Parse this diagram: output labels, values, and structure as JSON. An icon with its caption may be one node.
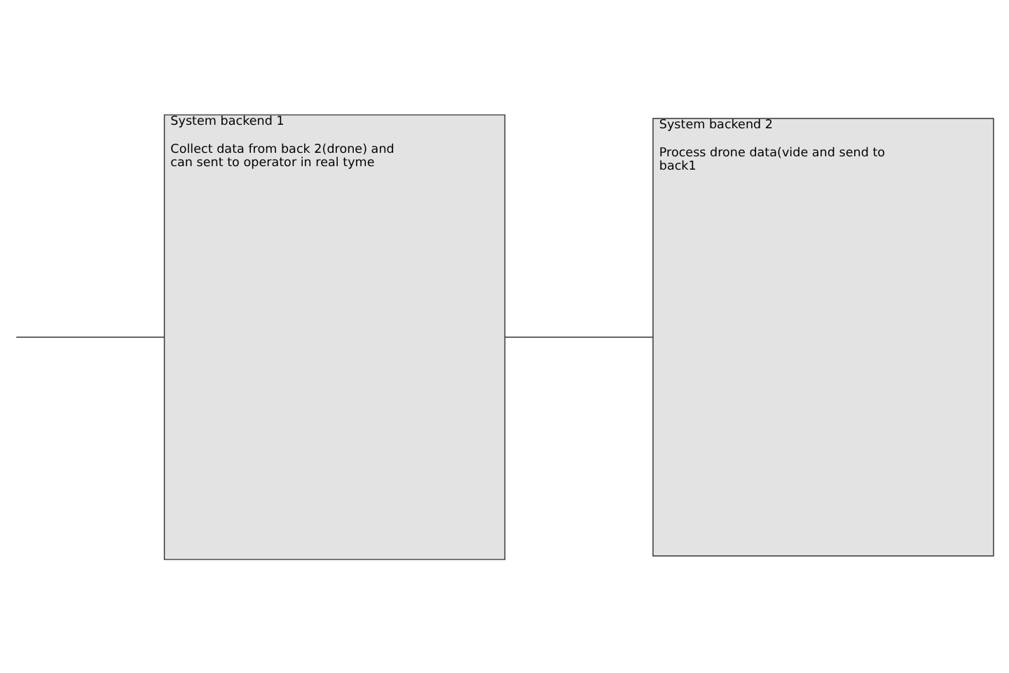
{
  "diagram": {
    "nodes": [
      {
        "text": [
          "System backend 1",
          "Collect data from back 2(drone) and can sent to operator in real tyme"
        ]
      },
      {
        "text": [
          "System backend 2",
          "Process drone data(vide and send to back1"
        ]
      }
    ],
    "edges": [
      {
        "from": null,
        "to": 0,
        "arrow": "none"
      },
      {
        "from": 0,
        "to": 1,
        "arrow": "none"
      }
    ]
  }
}
